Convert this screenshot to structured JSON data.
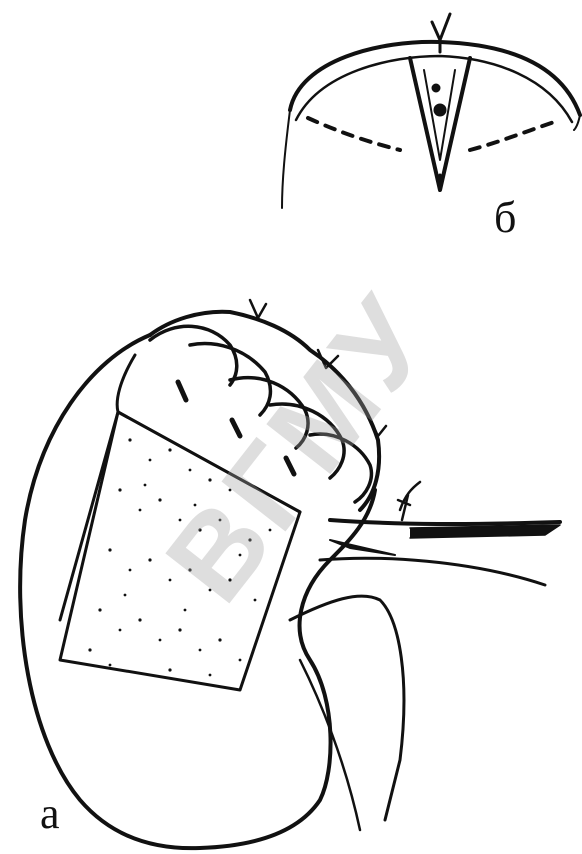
{
  "figure": {
    "panel_labels": {
      "a": "а",
      "b": "б"
    },
    "watermark": "ВГМУ",
    "colors": {
      "ink": "#111111",
      "watermark": "#a0a0a0",
      "background": "#ffffff"
    }
  }
}
